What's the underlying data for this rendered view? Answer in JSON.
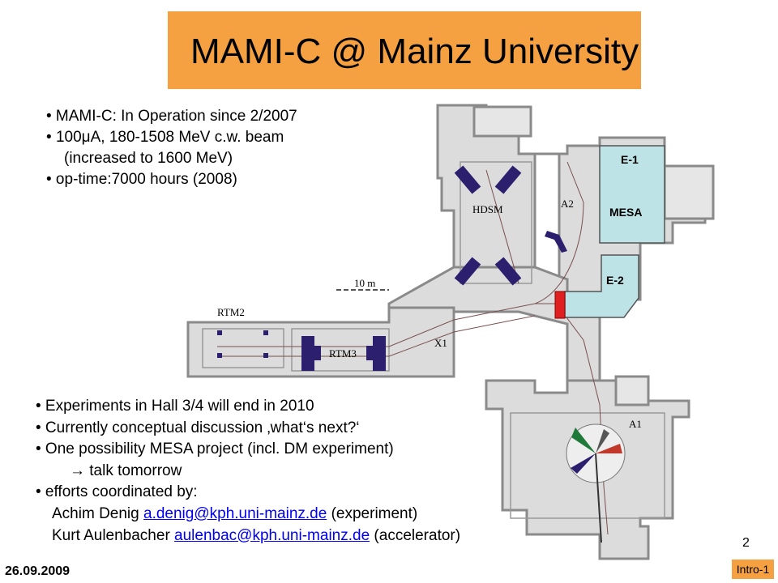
{
  "slide": {
    "title": "MAMI-C @ Mainz University",
    "top_bullets": [
      "• MAMI-C: In Operation since 2/2007",
      "100",
      "A, 180-1508 MeV c.w. beam",
      "(increased to 1600 MeV)",
      "• op-time:7000 hours (2008)"
    ],
    "top_bullet_mu_prefix": "• ",
    "mu": "μ",
    "bottom_bullets": {
      "b1": "•  Experiments in Hall 3/4 will end in 2010",
      "b2": "•  Currently conceptual discussion ‚what‘s next?‘",
      "b3": "•  One possibility MESA project (incl. DM experiment)",
      "b4": "talk tomorrow",
      "arrow": "→",
      "b5": "•  efforts coordinated by:",
      "denig_name": "Achim Denig ",
      "denig_email": "a.denig@kph.uni-mainz.de",
      "denig_role": " (experiment)",
      "aulen_name": "Kurt Aulenbacher ",
      "aulen_email": "aulenbac@kph.uni-mainz.de",
      "aulen_role": " (accelerator)"
    },
    "date": "26.09.2009",
    "page_number": "2",
    "badge": "Intro-1"
  },
  "floorplan": {
    "labels": {
      "e1": "E-1",
      "mesa": "MESA",
      "e2": "E-2",
      "hdsm": "HDSM",
      "a2": "A2",
      "scale": "10 m",
      "rtm2": "RTM2",
      "rtm3": "RTM3",
      "x1": "X1",
      "a1": "A1"
    },
    "colors": {
      "hall_fill": "#bde3e6",
      "wall": "#8a8a8a",
      "magnet": "#2b1f6e",
      "red_block": "#e02020"
    }
  }
}
